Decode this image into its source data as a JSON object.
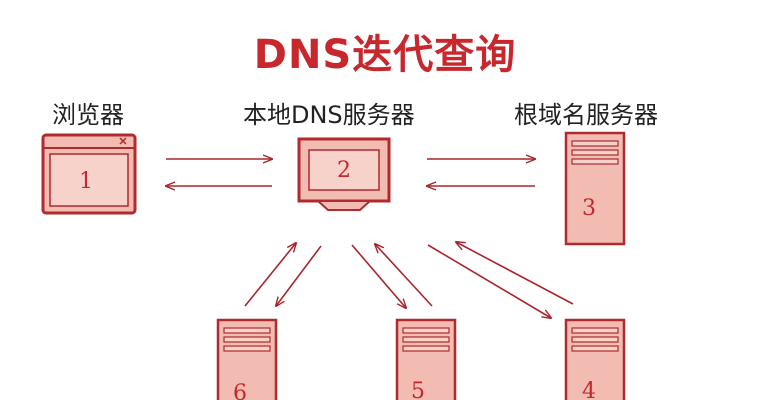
{
  "title": "DNS迭代查询",
  "nodes": {
    "browser": {
      "label": "浏览器",
      "number": "1"
    },
    "local_dns": {
      "label": "本地DNS服务器",
      "number": "2"
    },
    "root_dns": {
      "label": "根域名服务器",
      "number": "3"
    },
    "server_4": {
      "number": "4"
    },
    "server_5": {
      "number": "5"
    },
    "server_6": {
      "number": "6"
    }
  },
  "colors": {
    "title": "#c8282d",
    "box_fill": "#f2bcb3",
    "box_stroke": "#b02a2e",
    "arrow": "#a8262b"
  }
}
